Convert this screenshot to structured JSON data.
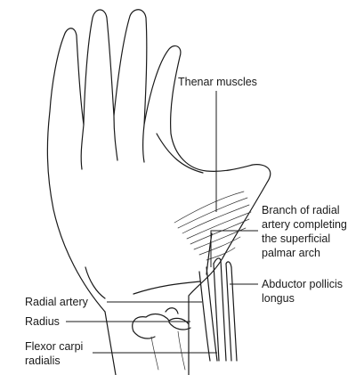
{
  "labels": {
    "thenar_muscles": "Thenar muscles",
    "branch_line1": "Branch of radial",
    "branch_line2": "artery completing",
    "branch_line3": "the superficial",
    "branch_line4": "palmar arch",
    "abductor_line1": "Abductor pollicis",
    "abductor_line2": "longus",
    "radial_artery": "Radial artery",
    "radius": "Radius",
    "flexor_line1": "Flexor carpi",
    "flexor_line2": "radialis"
  },
  "colors": {
    "ink": "#1a1a1a",
    "background": "#ffffff"
  }
}
